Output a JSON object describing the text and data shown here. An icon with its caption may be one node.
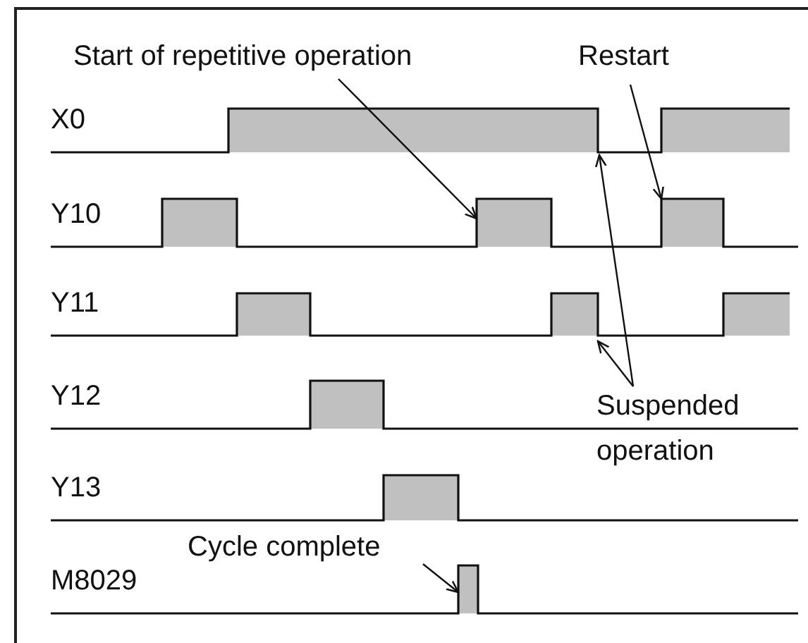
{
  "diagram": {
    "nodes": [
      {
        "text": [
          "Start of repetitive operation"
        ]
      },
      {
        "text": [
          "Restart"
        ]
      },
      {
        "text": [
          "Suspended operation"
        ]
      },
      {
        "text": [
          "Cycle complete"
        ]
      },
      {
        "text": [],
        "shape": "box"
      },
      {
        "text": [],
        "shape": "box"
      },
      {
        "text": [],
        "shape": "box"
      },
      {
        "text": [],
        "shape": "box"
      },
      {
        "text": [],
        "shape": "box"
      },
      {
        "text": [],
        "shape": "box"
      },
      {
        "text": [],
        "shape": "box"
      },
      {
        "text": [],
        "shape": "box"
      },
      {
        "text": [],
        "shape": "box"
      },
      {
        "text": [],
        "shape": "box"
      },
      {
        "text": [],
        "shape": "box"
      }
    ],
    "edges": [
      {
        "from": 0,
        "to": 7,
        "arrow": "to"
      },
      {
        "from": 1,
        "to": 8,
        "arrow": "to"
      },
      {
        "from": 2,
        "to": 4,
        "arrow": "to"
      },
      {
        "from": 2,
        "to": 10,
        "arrow": "to"
      },
      {
        "from": 3,
        "to": 14,
        "arrow": "to"
      }
    ],
    "labels": [
      "X0",
      "Y10",
      "Y11",
      "Y12",
      "Y13",
      "M8029"
    ]
  }
}
